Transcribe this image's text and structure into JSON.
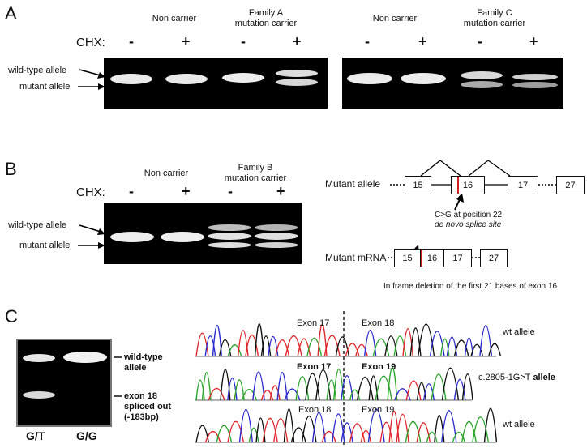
{
  "panelA": {
    "letter": "A",
    "group1": "Non carrier",
    "group2_line1": "Family A",
    "group2_line2": "mutation carrier",
    "group3": "Non carrier",
    "group4_line1": "Family C",
    "group4_line2": "mutation carrier",
    "cond_label": "CHX:",
    "treatments": [
      "-",
      "+",
      "-",
      "+",
      "-",
      "+",
      "-",
      "+"
    ],
    "wildtype_label": "wild-type allele",
    "mutant_label": "mutant allele"
  },
  "panelB": {
    "letter": "B",
    "group1": "Non carrier",
    "group2_line1": "Family B",
    "group2_line2": "mutation carrier",
    "cond_label": "CHX:",
    "treatments": [
      "-",
      "+",
      "-",
      "+"
    ],
    "wildtype_label": "wild-type allele",
    "mutant_label": "mutant allele",
    "mutant_allele_label": "Mutant allele",
    "allele_exons": [
      "15",
      "16",
      "17",
      "27"
    ],
    "note_line1": "C>G at position 22",
    "note_line2": "de novo splice site",
    "mutant_mrna_label": "Mutant mRNA",
    "mrna_exons": [
      "15",
      "16",
      "17",
      "27"
    ],
    "deletion_note": "In frame deletion of the first 21 bases of exon 16"
  },
  "panelC": {
    "letter": "C",
    "wildtype_line1": "wild-type",
    "wildtype_line2": "allele",
    "exon18_line1": "exon 18",
    "exon18_line2": "spliced out",
    "exon18_line3": "(-183bp)",
    "lane1": "G/T",
    "lane2": "G/G",
    "row1_left": "Exon 17",
    "row1_right": "Exon 18",
    "row1_label": "wt allele",
    "row2_left": "Exon 17",
    "row2_right": "Exon 19",
    "row2_label_prefix": "c.2805-1G>T ",
    "row2_label_bold": "allele",
    "row3_left": "Exon 18",
    "row3_right": "Exon 19",
    "row3_label": "wt allele"
  },
  "colors": {
    "gel": "#000000",
    "band": "#ffffff",
    "red_mark": "#d11f1f",
    "trace_red": "#e0262a",
    "trace_green": "#2aa52a",
    "trace_blue": "#2a2ad0",
    "trace_black": "#111111"
  }
}
